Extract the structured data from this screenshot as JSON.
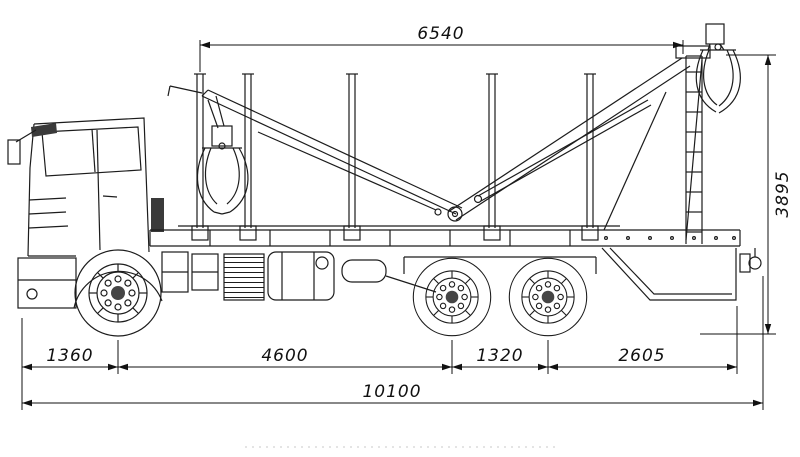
{
  "drawing": {
    "subject": "timber-truck-with-loader-crane-side-view",
    "line_color": "#1c1c1c",
    "dim_color": "#111111",
    "background": "#ffffff"
  },
  "dimensions": {
    "top_span": "6540",
    "overall_height": "3895",
    "front_overhang": "1360",
    "wheelbase": "4600",
    "bogie_spacing": "1320",
    "rear_overhang": "2605",
    "overall_length": "10100"
  }
}
